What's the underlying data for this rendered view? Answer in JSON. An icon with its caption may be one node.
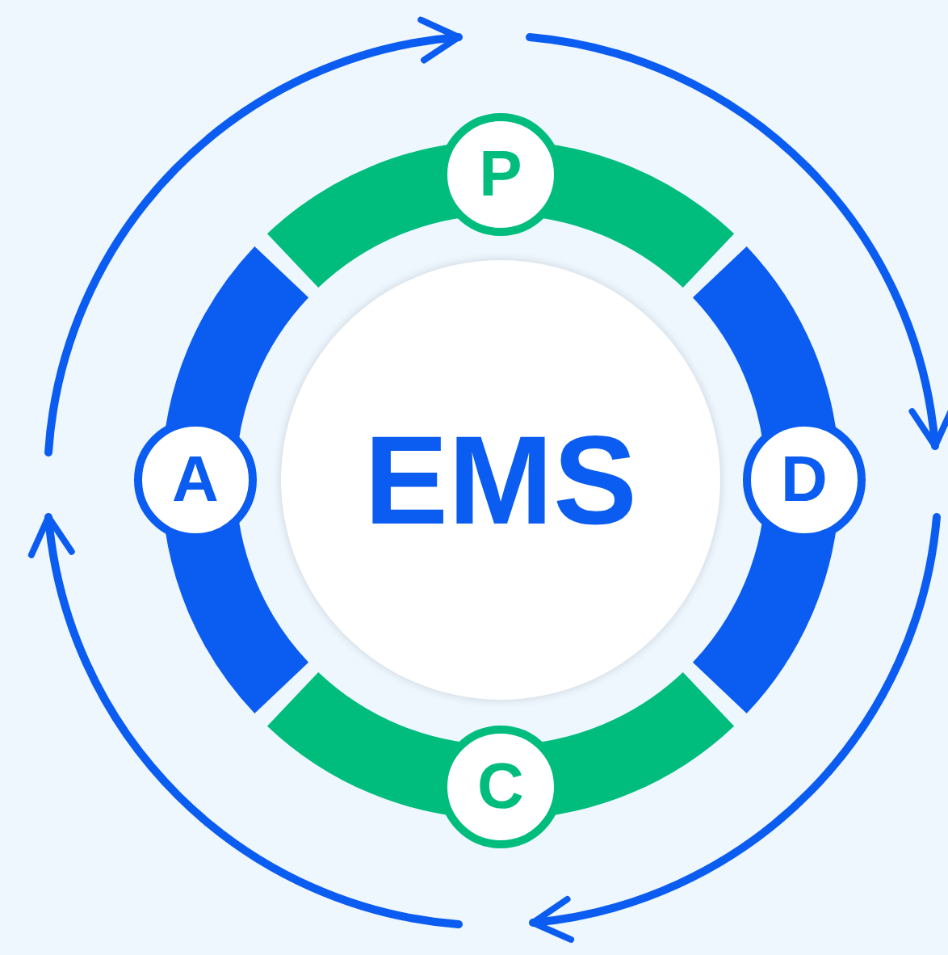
{
  "diagram": {
    "nodes": [
      {
        "text": [
          "EMS"
        ]
      },
      {
        "text": [
          "P"
        ]
      },
      {
        "text": [
          "D"
        ]
      },
      {
        "text": [
          "C"
        ]
      },
      {
        "text": [
          "A"
        ]
      }
    ]
  }
}
